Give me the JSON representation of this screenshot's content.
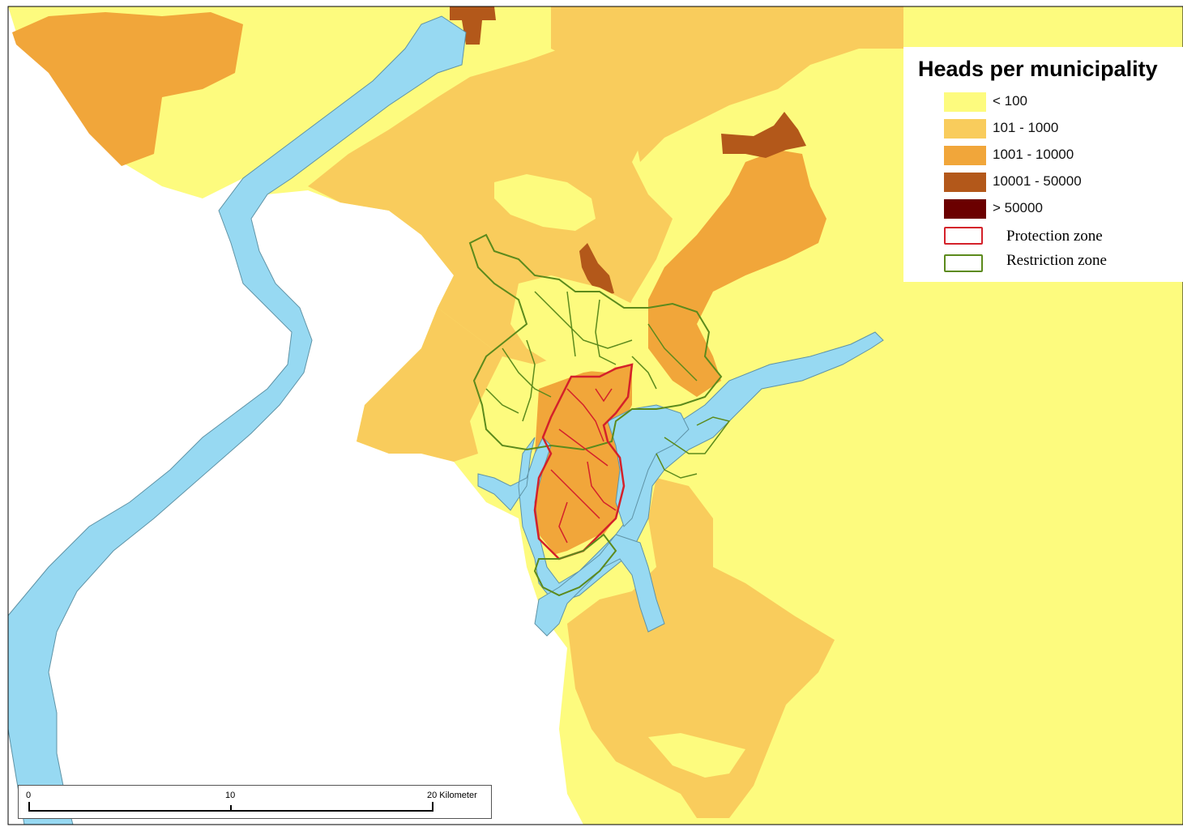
{
  "legend": {
    "title": "Heads per municipality",
    "classes": [
      {
        "label": "< 100",
        "color": "#fdfb7e"
      },
      {
        "label": "101 - 1000",
        "color": "#f9cc5c"
      },
      {
        "label": "1001 - 10000",
        "color": "#f1a63a"
      },
      {
        "label": "10001 - 50000",
        "color": "#b3581a"
      },
      {
        "label": "> 50000",
        "color": "#6b0000"
      }
    ],
    "zones": [
      {
        "label": "Protection zone",
        "color": "#d4212a"
      },
      {
        "label": "Restriction zone",
        "color": "#5c8a1c"
      }
    ]
  },
  "scale": {
    "tick0": "0",
    "tick10": "10",
    "tick20": "20 Kilometer"
  },
  "colors": {
    "water": "#97d9f2",
    "background": "#ffffff"
  }
}
